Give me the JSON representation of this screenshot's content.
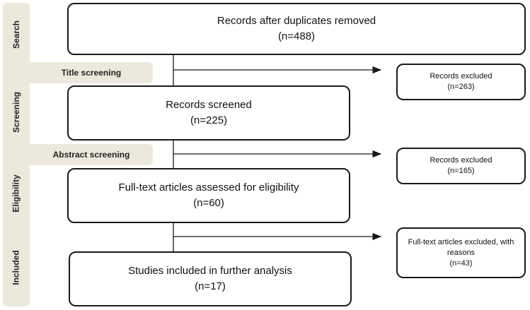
{
  "stages": {
    "search": "Search",
    "screening": "Screening",
    "eligibility": "Eligibility",
    "included": "Included"
  },
  "tags": {
    "title_screening": "Title screening",
    "abstract_screening": "Abstract screening"
  },
  "boxes": {
    "duplicates_removed": {
      "label": "Records after duplicates removed",
      "count": "(n=488)"
    },
    "records_screened": {
      "label": "Records screened",
      "count": "(n=225)"
    },
    "fulltext_assessed": {
      "label": "Full-text articles assessed for eligibility",
      "count": "(n=60)"
    },
    "studies_included": {
      "label": "Studies included in further analysis",
      "count": "(n=17)"
    },
    "excluded_title": {
      "label": "Records excluded",
      "count": "(n=263)"
    },
    "excluded_abstract": {
      "label": "Records excluded",
      "count": "(n=165)"
    },
    "excluded_fulltext": {
      "label1": "Full-text articles excluded, with",
      "label2": "reasons",
      "count": "(n=43)"
    }
  }
}
